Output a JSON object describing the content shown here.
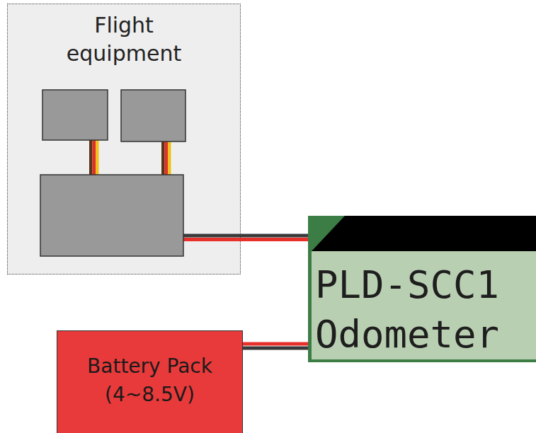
{
  "diagram": {
    "nodes": [
      {
        "text": [
          "Flight equipment"
        ]
      },
      {
        "text": [
          "PLD-SCC1",
          "Odometer"
        ]
      },
      {
        "text": [
          "Battery Pack (4~8.5V)"
        ]
      }
    ],
    "edges": [
      {
        "from": 0,
        "to": 1,
        "arrow": "none"
      },
      {
        "from": 2,
        "to": 1,
        "arrow": "none"
      }
    ]
  }
}
